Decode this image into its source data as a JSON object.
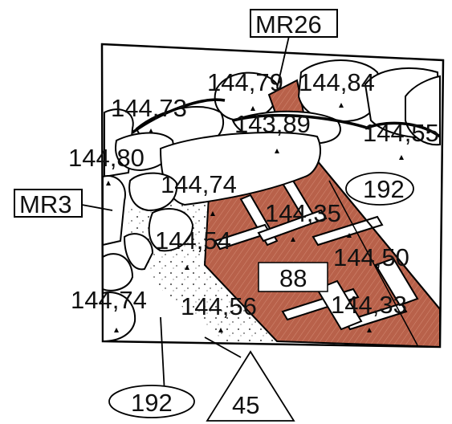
{
  "elevations": [
    {
      "id": "e1",
      "text": "144,79"
    },
    {
      "id": "e2",
      "text": "144,84"
    },
    {
      "id": "e3",
      "text": "144,73"
    },
    {
      "id": "e4",
      "text": "143,89"
    },
    {
      "id": "e5",
      "text": "144,55"
    },
    {
      "id": "e6",
      "text": "144,80"
    },
    {
      "id": "e7",
      "text": "144,74"
    },
    {
      "id": "e8",
      "text": "144,35"
    },
    {
      "id": "e9",
      "text": "144,54"
    },
    {
      "id": "e10",
      "text": "144,50"
    },
    {
      "id": "e11",
      "text": "144,74"
    },
    {
      "id": "e12",
      "text": "144,56"
    },
    {
      "id": "e13",
      "text": "144,33"
    }
  ],
  "tags": {
    "mr26": "MR26",
    "mr3": "MR3",
    "box88": "88",
    "ellipse_right": "192",
    "ellipse_bottom": "192",
    "triangle": "45"
  },
  "colors": {
    "brick": "#b8614a",
    "brick_dark": "#8a3f2c",
    "line": "#000000",
    "paper": "#ffffff"
  }
}
